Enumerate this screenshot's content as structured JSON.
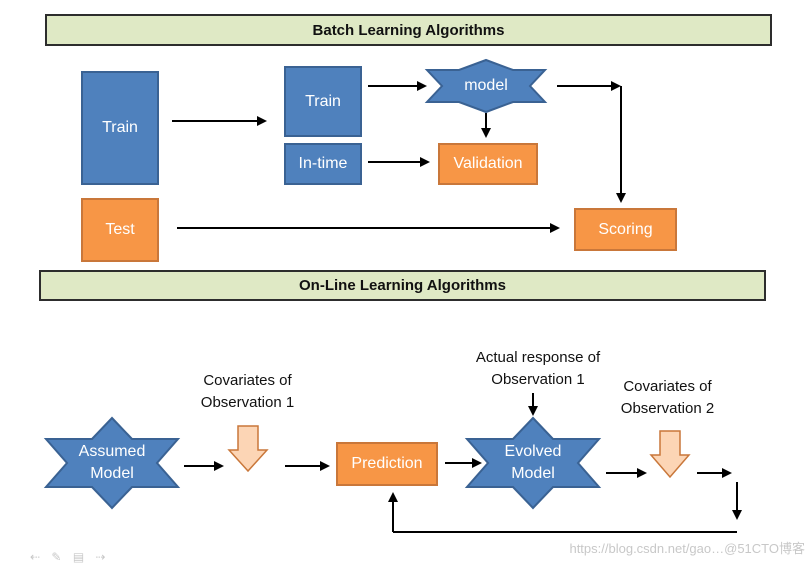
{
  "batch": {
    "title": "Batch Learning Algorithms",
    "train_left": "Train",
    "test": "Test",
    "train": "Train",
    "in_time": "In-time",
    "model": "model",
    "validation": "Validation",
    "scoring": "Scoring"
  },
  "online": {
    "title": "On-Line Learning Algorithms",
    "assumed_model": [
      "Assumed",
      "Model"
    ],
    "covariates_1": [
      "Covariates of",
      "Observation 1"
    ],
    "prediction": "Prediction",
    "actual_response": [
      "Actual response of",
      "Observation 1"
    ],
    "evolved_model": [
      "Evolved",
      "Model"
    ],
    "covariates_2": [
      "Covariates of",
      "Observation 2"
    ]
  },
  "watermark": "https://blog.csdn.net/gao…@51CTO博客",
  "colors": {
    "blue": "#4f81bd",
    "orange": "#f79646",
    "banner": "#dfe9c5",
    "arrow_fill": "#fcd5b5"
  }
}
